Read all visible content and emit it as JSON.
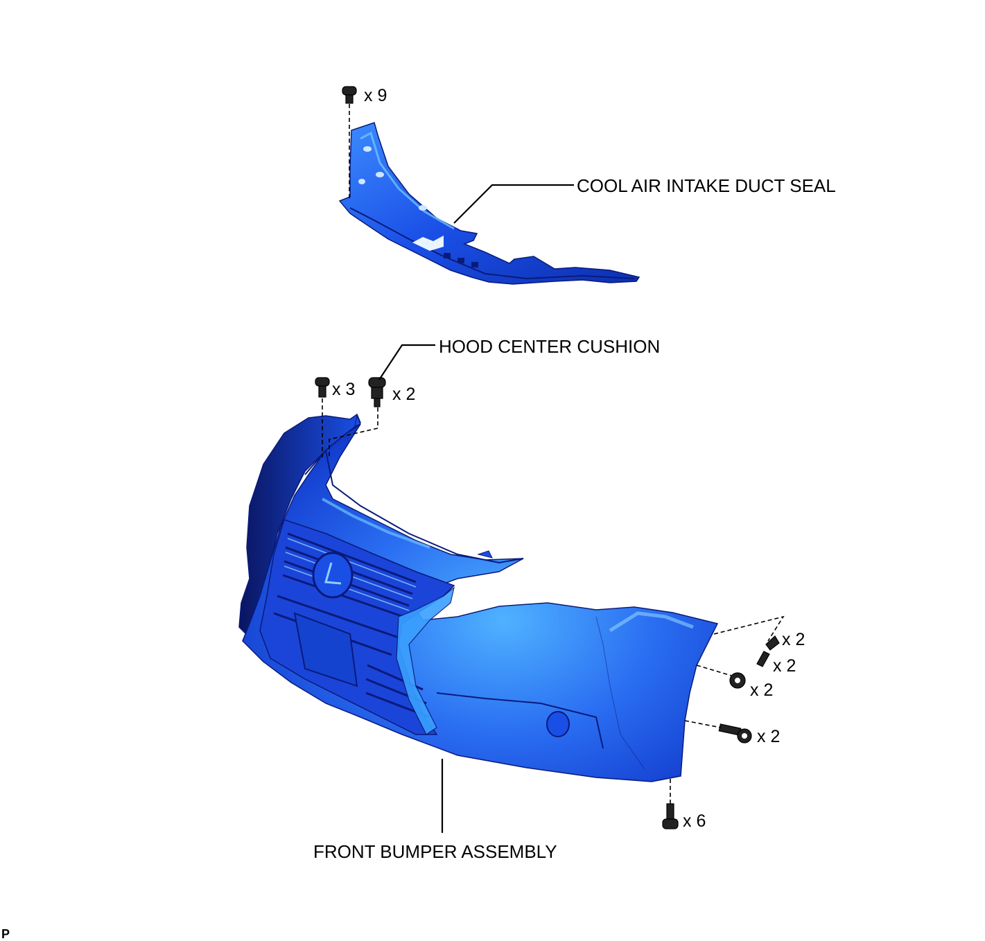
{
  "labels": {
    "duct_seal": "COOL AIR INTAKE DUCT SEAL",
    "hood_cushion": "HOOD CENTER CUSHION",
    "bumper": "FRONT BUMPER ASSEMBLY"
  },
  "quantities": {
    "seal_clips": "x 9",
    "top_clips": "x 3",
    "cushions": "x 2",
    "side_clip_a": "x 2",
    "side_clip_b": "x 2",
    "side_nut": "x 2",
    "side_bolt": "x 2",
    "bottom_screws": "x 6"
  },
  "corner_mark": "P",
  "colors": {
    "part_blue": "#1a4fe6",
    "part_highlight": "#3fa6ff",
    "part_shadow": "#0a1a7a"
  }
}
